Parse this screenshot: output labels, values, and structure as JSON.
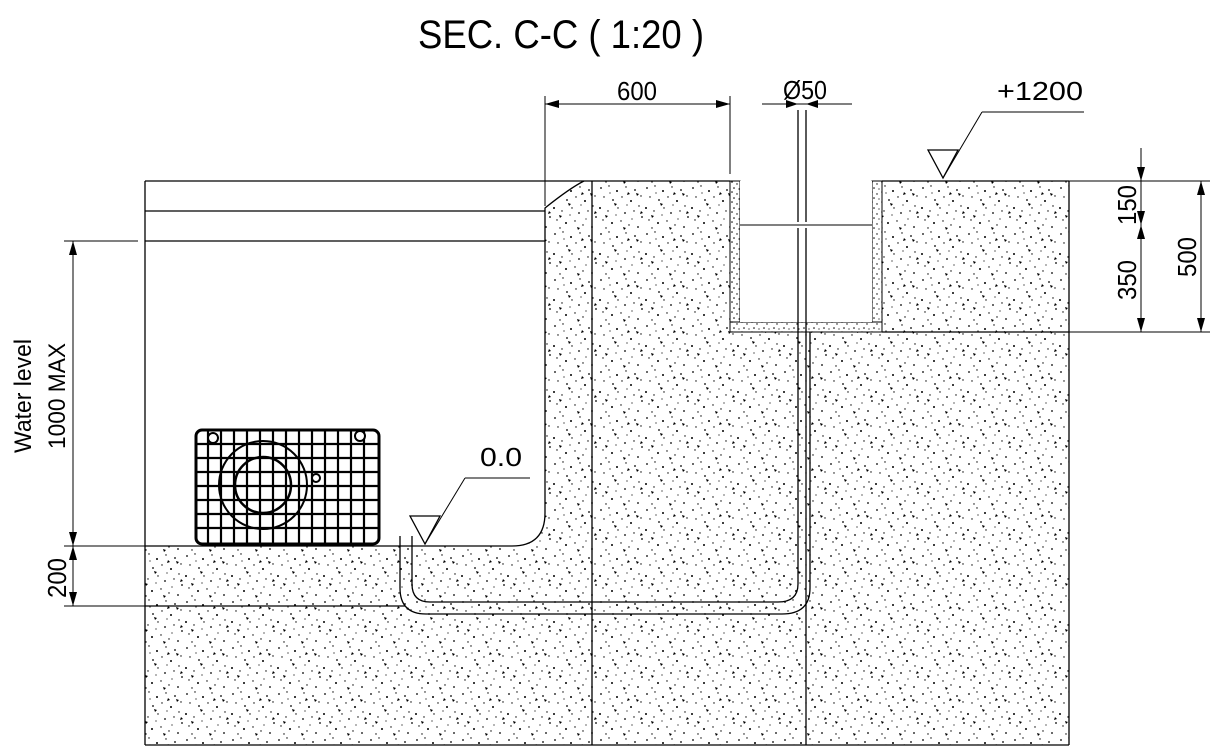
{
  "drawing": {
    "title": "SEC. C-C ( 1:20 )",
    "dimensions": {
      "top_width": "600",
      "pipe_diameter": "Ø50",
      "depth_upper": "150",
      "depth_lower": "350",
      "depth_total": "500",
      "slab_thickness": "200"
    },
    "levels": {
      "top": "+1200",
      "floor": "0.0"
    },
    "water_level": {
      "line1": "Water level",
      "line2": "1000 MAX"
    }
  }
}
